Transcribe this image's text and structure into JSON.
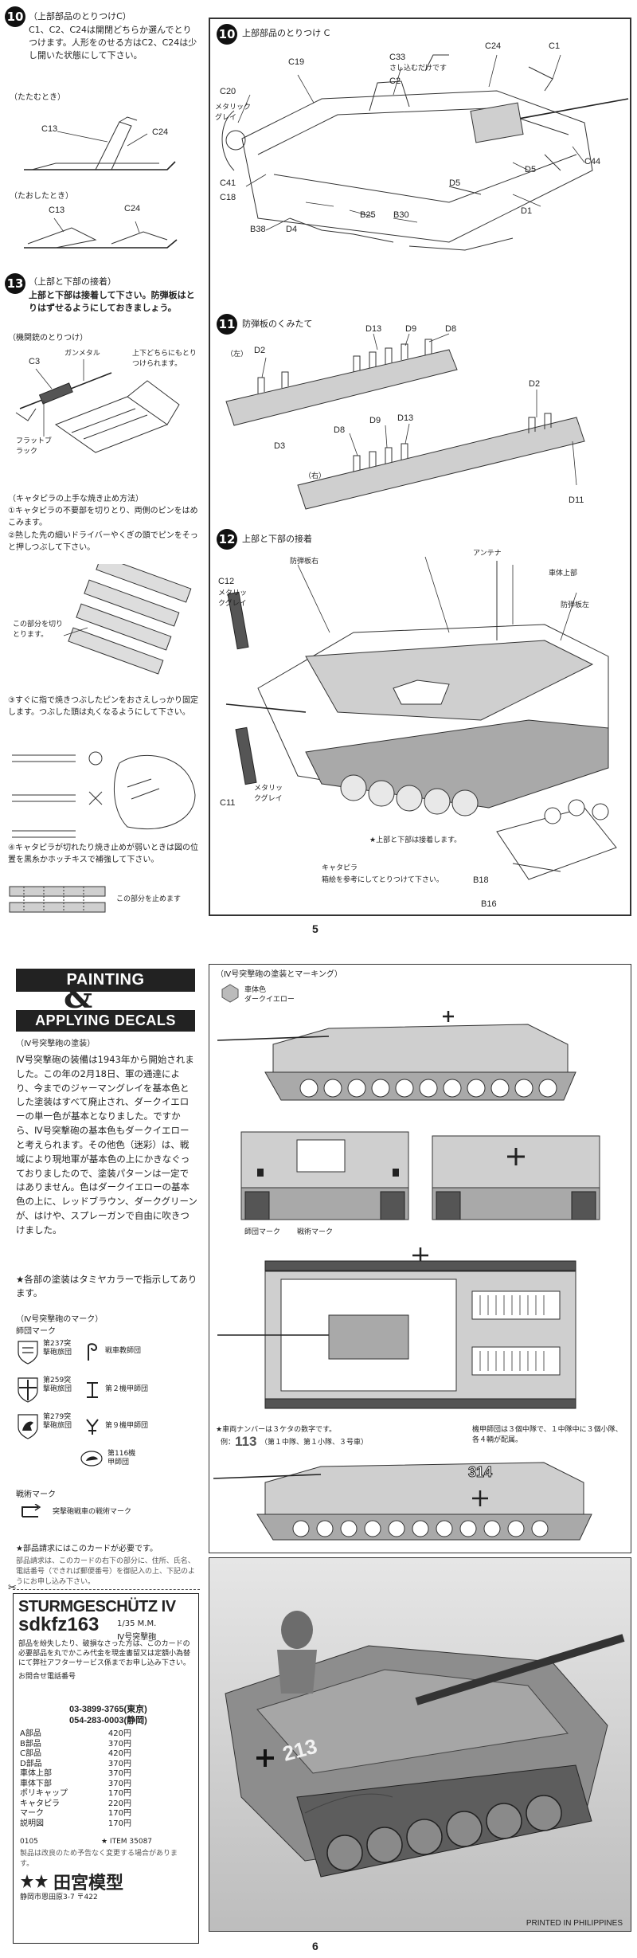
{
  "page5": {
    "page_number": "5",
    "left": {
      "step10": {
        "num": "10",
        "title": "（上部部品のとりつけC）",
        "text": "C1、C2、C24は開閉どちらか選んでとりつけます。人形をのせる方はC2、C24は少し開いた状態にして下さい。",
        "closed_label": "（たたむとき）",
        "open_label": "（たおしたとき）",
        "parts": [
          "C13",
          "C24",
          "C13",
          "C24"
        ]
      },
      "step13": {
        "num": "13",
        "title": "（上部と下部の接着）",
        "text": "上部と下部は接着して下さい。防弾板はとりはずせるようにしておきましょう。",
        "mg_title": "（機関銃のとりつけ）",
        "mg_parts": [
          "C3",
          "ガンメタル",
          "フラットブラック"
        ],
        "mg_note": "上下どちらにもとりつけられます。",
        "track_title": "（キャタピラの上手な焼き止め方法）",
        "track_steps": [
          "①キャタピラの不要部を切りとり、両側のピンをはめこみます。",
          "②熱した先の細いドライバーやくぎの頭でピンをそっと押しつぶして下さい。"
        ],
        "cut_note": "この部分を切りとります。",
        "step3": "③すぐに指で焼きつぶしたピンをおさえしっかり固定します。つぶした頭は丸くなるようにして下さい。",
        "step4": "④キャタピラが切れたり焼き止めが弱いときは図の位置を黒糸かホッチキスで補強して下さい。",
        "stop_note": "この部分を止めます"
      }
    },
    "right": {
      "step10": {
        "num": "10",
        "title": "上部部品のとりつけ C",
        "labels": [
          "C24",
          "C1",
          "C19",
          "C33",
          "さし込むだけです",
          "C2",
          "C20",
          "メタリックグレイ",
          "C41",
          "C18",
          "C44",
          "D5",
          "D5",
          "B38",
          "D4",
          "B25",
          "B30",
          "D1"
        ]
      },
      "step11": {
        "num": "11",
        "title": "防弾板のくみたて",
        "labels": [
          "（左）",
          "D2",
          "D13",
          "D9",
          "D8",
          "D3",
          "D2",
          "D8",
          "D9",
          "D13",
          "（右）",
          "D11"
        ]
      },
      "step12": {
        "num": "12",
        "title": "上部と下部の接着",
        "labels": [
          "防弾板右",
          "アンテナ",
          "車体上部",
          "防弾板左",
          "C12",
          "メタリックグレイ",
          "C11",
          "メタリックグレイ",
          "★上部と下部は接着します。",
          "キャタピラ",
          "箱絵を参考にしてとりつけて下さい。",
          "B18",
          "B16"
        ]
      }
    }
  },
  "page6": {
    "page_number": "6",
    "banner_top": "PAINTING",
    "banner_amp": "&",
    "banner_bottom": "APPLYING DECALS",
    "paint_title": "（Ⅳ号突撃砲の塗装）",
    "paint_text": "Ⅳ号突撃砲の装備は1943年から開始されました。この年の2月18日、軍の通達により、今までのジャーマングレイを基本色とした塗装はすべて廃止され、ダークイエローの単一色が基本となりました。ですから、Ⅳ号突撃砲の基本色もダークイエローと考えられます。その他色（迷彩）は、戦域により現地軍が基本色の上にかきなぐっておりましたので、塗装パターンは一定ではありません。色はダークイエローの基本色の上に、レッドブラウン、ダークグリーンが、はけや、スプレーガンで自由に吹きつけました。",
    "paint_note": "★各部の塗装はタミヤカラーで指示してあります。",
    "marks_title": "（Ⅳ号突撃砲のマーク）",
    "div_mark_label": "師団マーク",
    "marks": [
      {
        "unit": "第237突撃砲旅団",
        "div": "戦車教師団"
      },
      {
        "unit": "第259突撃砲旅団",
        "div": "第２機甲師団"
      },
      {
        "unit": "第279突撃砲旅団",
        "div": "第９機甲師団"
      },
      {
        "unit": "",
        "div": "第116機甲師団"
      }
    ],
    "tac_label": "戦術マーク",
    "tac_text": "突撃砲戦車の戦術マーク",
    "order_note": "★部品請求にはこのカードが必要です。",
    "order_sub": "部品請求は、このカードの右下の部分に、住所、氏名、電話番号（できれば郵便番号）を御記入の上、下記のようにお申し込み下さい。",
    "card": {
      "title1": "STURMGESCHÜTZ IV",
      "title2": "sdkfz163",
      "scale": "1/35 M.M.",
      "jp_name": "Ⅳ号突撃砲",
      "text": "部品を紛失したり、破損なさった方は、このカードの必要部品を丸でかこみ代金を現金書留又は定額小為替にて弊社アフターサービス係までお申し込み下さい。",
      "phone_label": "お問合せ電話番号",
      "phone1": "03-3899-3765(東京)",
      "phone2": "054-283-0003(静岡)",
      "prices": [
        {
          "part": "A部品",
          "price": "420円"
        },
        {
          "part": "B部品",
          "price": "370円"
        },
        {
          "part": "C部品",
          "price": "420円"
        },
        {
          "part": "D部品",
          "price": "370円"
        },
        {
          "part": "車体上部",
          "price": "370円"
        },
        {
          "part": "車体下部",
          "price": "370円"
        },
        {
          "part": "ポリキャップ",
          "price": "170円"
        },
        {
          "part": "キャタピラ",
          "price": "220円"
        },
        {
          "part": "マーク",
          "price": "170円"
        },
        {
          "part": "説明図",
          "price": "170円"
        }
      ],
      "code": "0105",
      "item": "★ ITEM 35087",
      "footnote": "製品は改良のため予告なく変更する場合があります。",
      "maker": "田宮模型",
      "address": "静岡市恩田原3-7 〒422"
    },
    "diagram": {
      "title": "（Ⅳ号突撃砲の塗装とマーキング）",
      "base_color_label": "車体色",
      "base_color": "ダークイエロー",
      "div_mark_note": "師団マーク",
      "tac_mark_note": "戦術マーク",
      "number_note": "★車両ナンバーは３ケタの数字です。",
      "number_example": "例：",
      "number_value": "113",
      "number_explain": "（第１中隊、第１小隊、３号車）",
      "company_note": "機甲師団は３個中隊で、１中隊中に３個小隊、各４輌が配属。",
      "hull_number": "314"
    },
    "photo_caption": "PRINTED IN PHILIPPINES"
  },
  "colors": {
    "ink": "#222222",
    "paper": "#ffffff",
    "banner": "#222222",
    "dark_yellow_swatch": "#bbbbbb"
  }
}
